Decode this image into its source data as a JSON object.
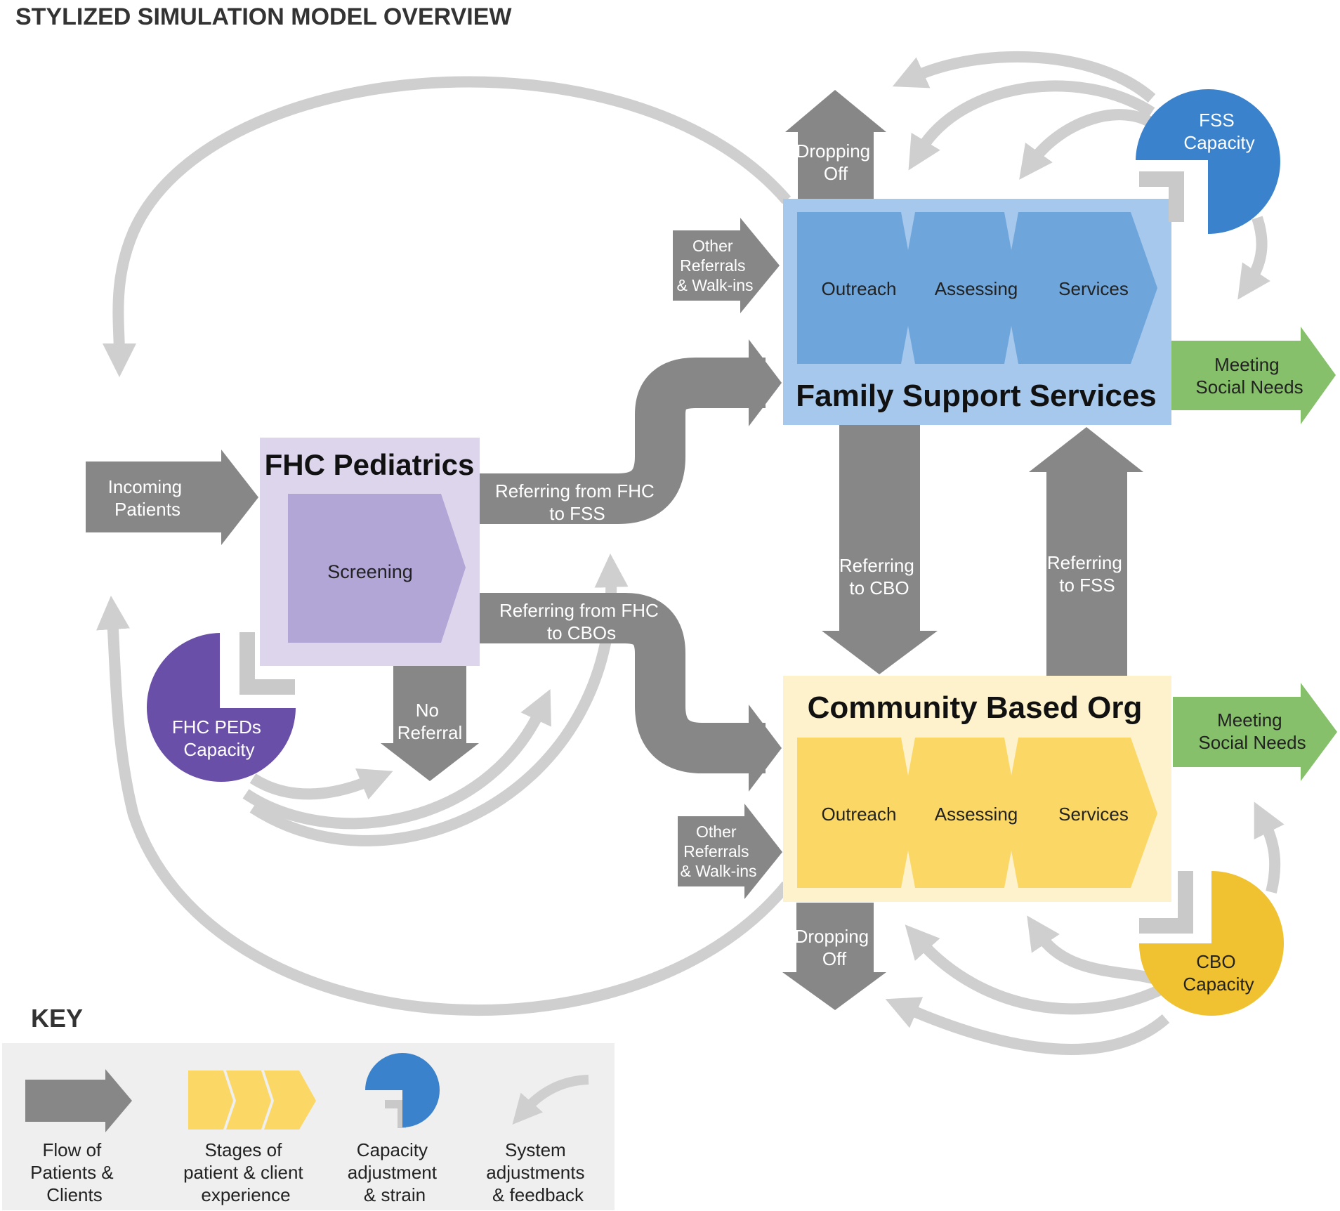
{
  "title": "STYLIZED SIMULATION MODEL OVERVIEW",
  "colors": {
    "flow": "#878787",
    "feedback": "#cfcfcf",
    "fhc_outer": "#ddd5ec",
    "fhc_inner": "#b1a6d6",
    "fhc_capacity": "#6a4fa8",
    "fss_outer": "#a6c8ec",
    "fss_inner": "#6ea6dc",
    "fss_capacity": "#3b82cd",
    "cbo_outer": "#fdf2cc",
    "cbo_inner": "#fbd866",
    "cbo_capacity": "#f0c131",
    "meeting": "#86c06a",
    "key_bg": "#efefef"
  },
  "fhc": {
    "title": "FHC Pediatrics",
    "stage": "Screening",
    "capacity_line1": "FHC PEDs",
    "capacity_line2": "Capacity"
  },
  "fss": {
    "title": "Family Support Services",
    "stages": [
      "Outreach",
      "Assessing",
      "Services"
    ],
    "capacity_line1": "FSS",
    "capacity_line2": "Capacity"
  },
  "cbo": {
    "title": "Community Based Org",
    "stages": [
      "Outreach",
      "Assessing",
      "Services"
    ],
    "capacity_line1": "CBO",
    "capacity_line2": "Capacity"
  },
  "flows": {
    "incoming": [
      "Incoming",
      "Patients"
    ],
    "fhc_to_fss": [
      "Referring from FHC",
      "to FSS"
    ],
    "fhc_to_cbos": [
      "Referring from FHC",
      "to CBOs"
    ],
    "no_referral": [
      "No",
      "Referral"
    ],
    "fss_other": [
      "Other",
      "Referrals",
      "& Walk-ins"
    ],
    "cbo_other": [
      "Other",
      "Referrals",
      "& Walk-ins"
    ],
    "fss_dropping": [
      "Dropping",
      "Off"
    ],
    "cbo_dropping": [
      "Dropping",
      "Off"
    ],
    "fss_to_cbo": [
      "Referring",
      "to CBO"
    ],
    "cbo_to_fss": [
      "Referring",
      "to FSS"
    ],
    "fss_meeting": [
      "Meeting",
      "Social Needs"
    ],
    "cbo_meeting": [
      "Meeting",
      "Social Needs"
    ]
  },
  "key": {
    "title": "KEY",
    "items": [
      {
        "icon": "flow-arrow-icon",
        "lines": [
          "Flow of",
          "Patients &",
          "Clients"
        ]
      },
      {
        "icon": "stages-chevron-icon",
        "lines": [
          "Stages of",
          "patient & client",
          "experience"
        ]
      },
      {
        "icon": "capacity-pie-icon",
        "lines": [
          "Capacity",
          "adjustment",
          "& strain"
        ]
      },
      {
        "icon": "feedback-arrow-icon",
        "lines": [
          "System",
          "adjustments",
          "& feedback"
        ]
      }
    ]
  }
}
